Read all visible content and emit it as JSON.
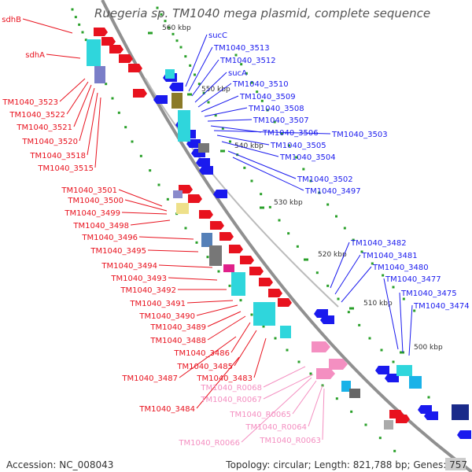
{
  "title": "Ruegeria sp. TM1040 mega plasmid, complete sequence",
  "footer": {
    "accession": "Accession: NC_008043",
    "topology": "Topology: circular; Length: 821,788 bp; Genes: 757"
  },
  "colors": {
    "forward_gene": "#e8121e",
    "reverse_gene": "#1a1aee",
    "rna_gene": "#f48fc1",
    "backbone": "#888888",
    "cog_cyan": "#1ec8d2",
    "tick_label": "#333333"
  },
  "ticks": [
    "560 kbp",
    "550 kbp",
    "540 kbp",
    "530 kbp",
    "520 kbp",
    "510 kbp",
    "500 kbp"
  ],
  "labels_left": [
    {
      "name": "sdhB",
      "strand": "forward"
    },
    {
      "name": "sdhA",
      "strand": "forward"
    },
    {
      "name": "TM1040_3523",
      "strand": "forward"
    },
    {
      "name": "TM1040_3522",
      "strand": "forward"
    },
    {
      "name": "TM1040_3521",
      "strand": "forward"
    },
    {
      "name": "TM1040_3520",
      "strand": "forward"
    },
    {
      "name": "TM1040_3518",
      "strand": "forward"
    },
    {
      "name": "TM1040_3515",
      "strand": "forward"
    },
    {
      "name": "TM1040_3501",
      "strand": "forward"
    },
    {
      "name": "TM1040_3500",
      "strand": "forward"
    },
    {
      "name": "TM1040_3499",
      "strand": "forward"
    },
    {
      "name": "TM1040_3498",
      "strand": "forward"
    },
    {
      "name": "TM1040_3496",
      "strand": "forward"
    },
    {
      "name": "TM1040_3495",
      "strand": "forward"
    },
    {
      "name": "TM1040_3494",
      "strand": "forward"
    },
    {
      "name": "TM1040_3493",
      "strand": "forward"
    },
    {
      "name": "TM1040_3492",
      "strand": "forward"
    },
    {
      "name": "TM1040_3491",
      "strand": "forward"
    },
    {
      "name": "TM1040_3490",
      "strand": "forward"
    },
    {
      "name": "TM1040_3489",
      "strand": "forward"
    },
    {
      "name": "TM1040_3488",
      "strand": "forward"
    },
    {
      "name": "TM1040_3486",
      "strand": "forward"
    },
    {
      "name": "TM1040_3485",
      "strand": "forward"
    },
    {
      "name": "TM1040_3483",
      "strand": "forward"
    },
    {
      "name": "TM1040_3487",
      "strand": "forward"
    },
    {
      "name": "TM1040_3484",
      "strand": "forward"
    }
  ],
  "labels_rna": [
    {
      "name": "TM1040_R0068",
      "strand": "rna"
    },
    {
      "name": "TM1040_R0067",
      "strand": "rna"
    },
    {
      "name": "TM1040_R0065",
      "strand": "rna"
    },
    {
      "name": "TM1040_R0064",
      "strand": "rna"
    },
    {
      "name": "TM1040_R0066",
      "strand": "rna"
    },
    {
      "name": "TM1040_R0063",
      "strand": "rna"
    }
  ],
  "labels_right": [
    {
      "name": "sucC",
      "strand": "reverse"
    },
    {
      "name": "TM1040_3513",
      "strand": "reverse"
    },
    {
      "name": "TM1040_3512",
      "strand": "reverse"
    },
    {
      "name": "sucA",
      "strand": "reverse"
    },
    {
      "name": "TM1040_3510",
      "strand": "reverse"
    },
    {
      "name": "TM1040_3509",
      "strand": "reverse"
    },
    {
      "name": "TM1040_3508",
      "strand": "reverse"
    },
    {
      "name": "TM1040_3507",
      "strand": "reverse"
    },
    {
      "name": "TM1040_3506",
      "strand": "reverse"
    },
    {
      "name": "TM1040_3503",
      "strand": "reverse"
    },
    {
      "name": "TM1040_3505",
      "strand": "reverse"
    },
    {
      "name": "TM1040_3504",
      "strand": "reverse"
    },
    {
      "name": "TM1040_3502",
      "strand": "reverse"
    },
    {
      "name": "TM1040_3497",
      "strand": "reverse"
    },
    {
      "name": "TM1040_3482",
      "strand": "reverse"
    },
    {
      "name": "TM1040_3481",
      "strand": "reverse"
    },
    {
      "name": "TM1040_3480",
      "strand": "reverse"
    },
    {
      "name": "TM1040_3477",
      "strand": "reverse"
    },
    {
      "name": "TM1040_3475",
      "strand": "reverse"
    },
    {
      "name": "TM1040_3474",
      "strand": "reverse"
    }
  ]
}
